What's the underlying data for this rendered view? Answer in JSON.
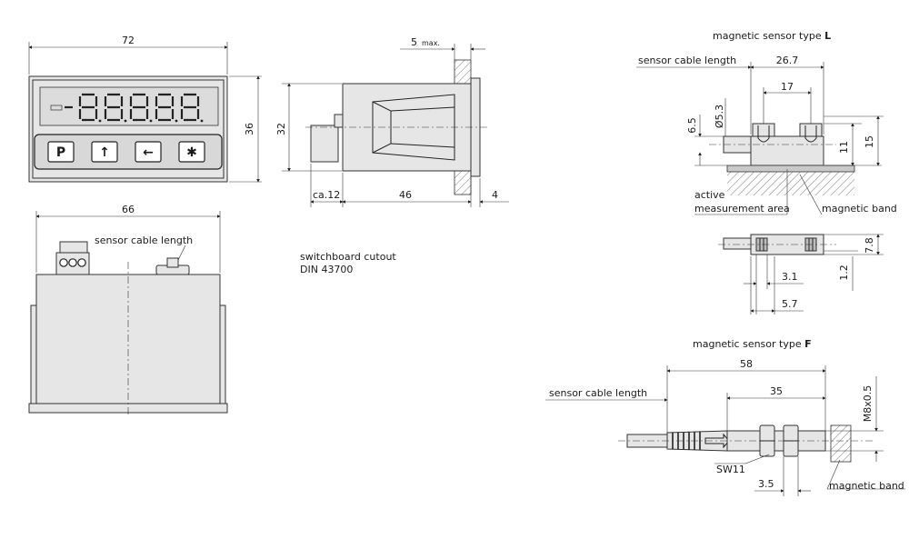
{
  "labels": {
    "dim_72": "72",
    "dim_36": "36",
    "dim_66": "66",
    "dim_5max": "5",
    "dim_5max_sub": "max.",
    "dim_32": "32",
    "dim_ca12": "ca.12",
    "dim_46": "46",
    "dim_4": "4",
    "sensor_cable_length_front": "sensor cable length",
    "switchboard_cutout_1": "switchboard cutout",
    "switchboard_cutout_2": "DIN 43700",
    "sensor_L_title": "magnetic sensor type ",
    "sensor_L_letter": "L",
    "sensor_cable_length_L": "sensor cable length",
    "dim_26_7": "26.7",
    "dim_17": "17",
    "dim_phi53": "Ø5.3",
    "dim_6_5": "6.5",
    "dim_11": "11",
    "dim_15": "15",
    "active_1": "active",
    "active_2": "measurement area",
    "magnetic_band_L": "magnetic band",
    "dim_7_8": "7.8",
    "dim_3_1": "3.1",
    "dim_1_2": "1.2",
    "dim_5_7": "5.7",
    "sensor_F_title": "magnetic sensor type ",
    "sensor_F_letter": "F",
    "dim_58": "58",
    "sensor_cable_length_F": "sensor cable length",
    "dim_35": "35",
    "dim_M8": "M8x0.5",
    "sw11": "SW11",
    "dim_3_5": "3.5",
    "magnetic_band_F": "magnetic band"
  },
  "keypad": {
    "key1": "P",
    "key2": "↑",
    "key3": "←",
    "key4": "✱"
  }
}
